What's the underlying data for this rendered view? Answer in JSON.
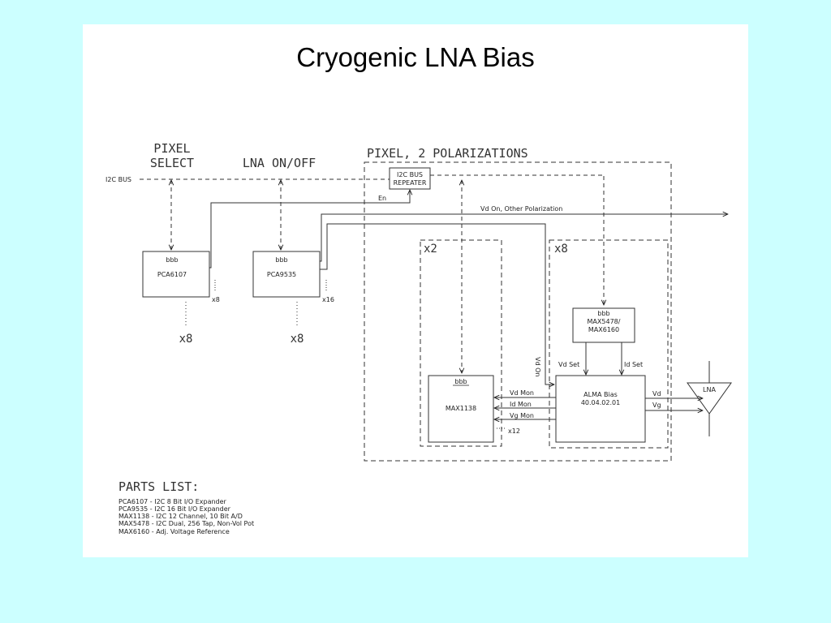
{
  "title": "Cryogenic LNA Bias",
  "labels": {
    "pixel_select": [
      "PIXEL",
      "SELECT"
    ],
    "lna_onoff": "LNA ON/OFF",
    "pixel_box": "PIXEL, 2 POLARIZATIONS",
    "i2c_bus": "I2C BUS",
    "repeater": [
      "I2C BUS",
      "REPEATER"
    ],
    "en": "En",
    "vd_other": "Vd On, Other Polarization",
    "x2": "x2",
    "x8_inner": "x8",
    "x8_a": "x8",
    "x8_b": "x8",
    "x8_small": "x8",
    "x16": "x16",
    "x12": "x12",
    "vd_on": "Vd On",
    "vd_set": "Vd Set",
    "id_set": "Id Set",
    "vd_mon": "Vd Mon",
    "id_mon": "Id Mon",
    "vg_mon": "Vg Mon",
    "vd": "Vd",
    "vg": "Vg",
    "lna": "LNA"
  },
  "chips": {
    "pca6107": {
      "tag": "bbb",
      "name": "PCA6107"
    },
    "pca9535": {
      "tag": "bbb",
      "name": "PCA9535"
    },
    "max5478": {
      "tag": "bbb",
      "name1": "MAX5478/",
      "name2": "MAX6160"
    },
    "max1138": {
      "tag": "bbb",
      "name": "MAX1138"
    },
    "alma": {
      "name1": "ALMA Bias",
      "name2": "40.04.02.01"
    }
  },
  "parts": {
    "heading": "PARTS LIST:",
    "items": [
      "PCA6107 - I2C 8 Bit I/O Expander",
      "PCA9535 - I2C 16 Bit I/O Expander",
      "MAX1138 - I2C 12 Channel, 10 Bit A/D",
      "MAX5478 - I2C Dual, 256 Tap, Non-Vol Pot",
      "MAX6160 - Adj. Voltage Reference"
    ]
  }
}
